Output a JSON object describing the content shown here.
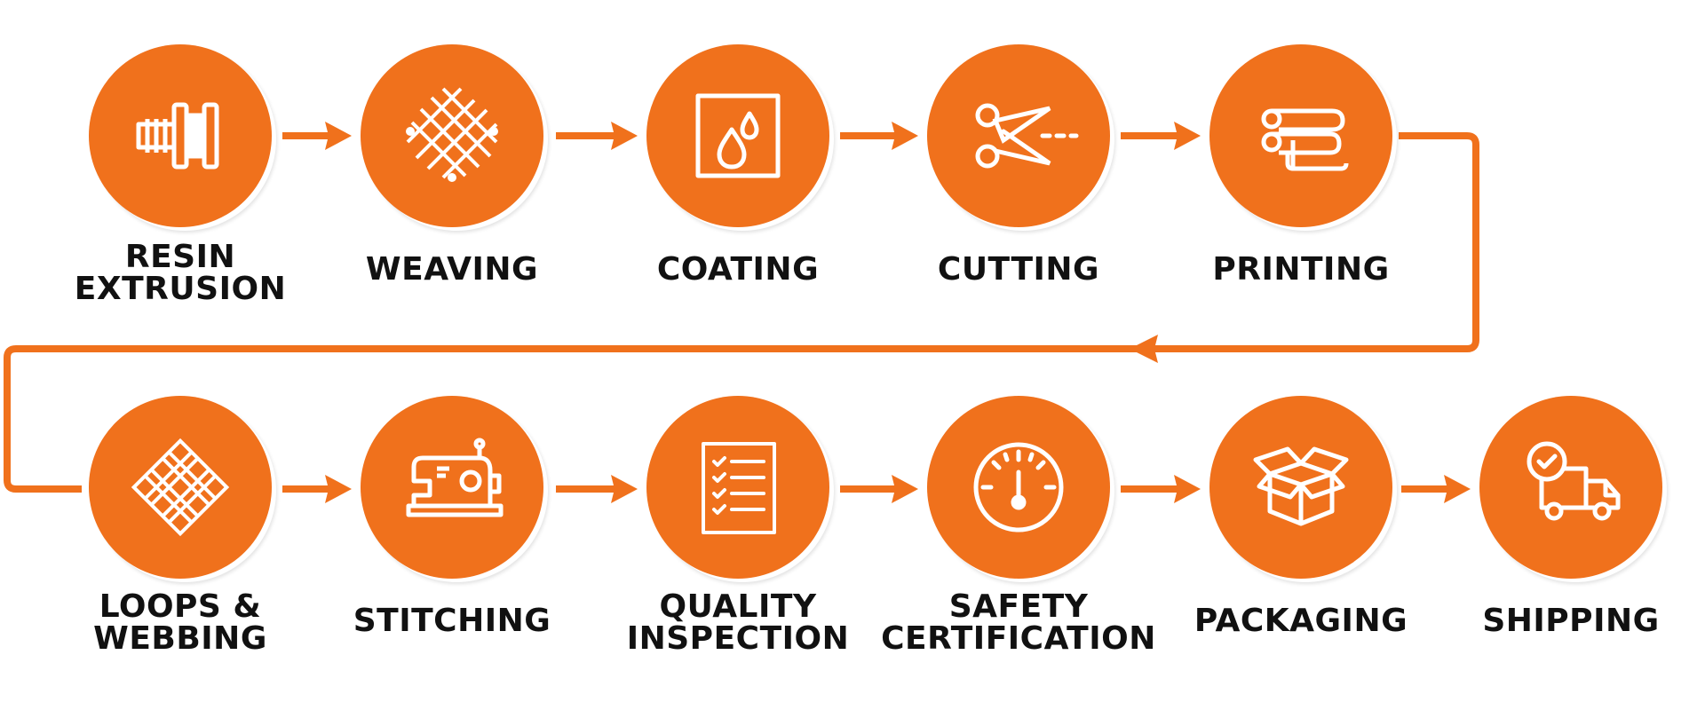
{
  "accent_color": "#f0711c",
  "steps_row1": [
    {
      "id": "resin-extrusion",
      "label": "RESIN\nEXTRUSION",
      "icon": "extrusion-icon"
    },
    {
      "id": "weaving",
      "label": "WEAVING",
      "icon": "weave-mesh-icon"
    },
    {
      "id": "coating",
      "label": "COATING",
      "icon": "droplets-icon"
    },
    {
      "id": "cutting",
      "label": "CUTTING",
      "icon": "scissors-icon"
    },
    {
      "id": "printing",
      "label": "PRINTING",
      "icon": "printing-rollers-icon"
    }
  ],
  "steps_row2": [
    {
      "id": "loops-webbing",
      "label": "LOOPS &\nWEBBING",
      "icon": "webbing-grid-icon"
    },
    {
      "id": "stitching",
      "label": "STITCHING",
      "icon": "sewing-machine-icon"
    },
    {
      "id": "quality-inspection",
      "label": "QUALITY\nINSPECTION",
      "icon": "checklist-icon"
    },
    {
      "id": "safety-certification",
      "label": "SAFETY\nCERTIFICATION",
      "icon": "gauge-icon"
    },
    {
      "id": "packaging",
      "label": "PACKAGING",
      "icon": "open-box-icon"
    },
    {
      "id": "shipping",
      "label": "SHIPPING",
      "icon": "delivery-truck-icon"
    }
  ]
}
